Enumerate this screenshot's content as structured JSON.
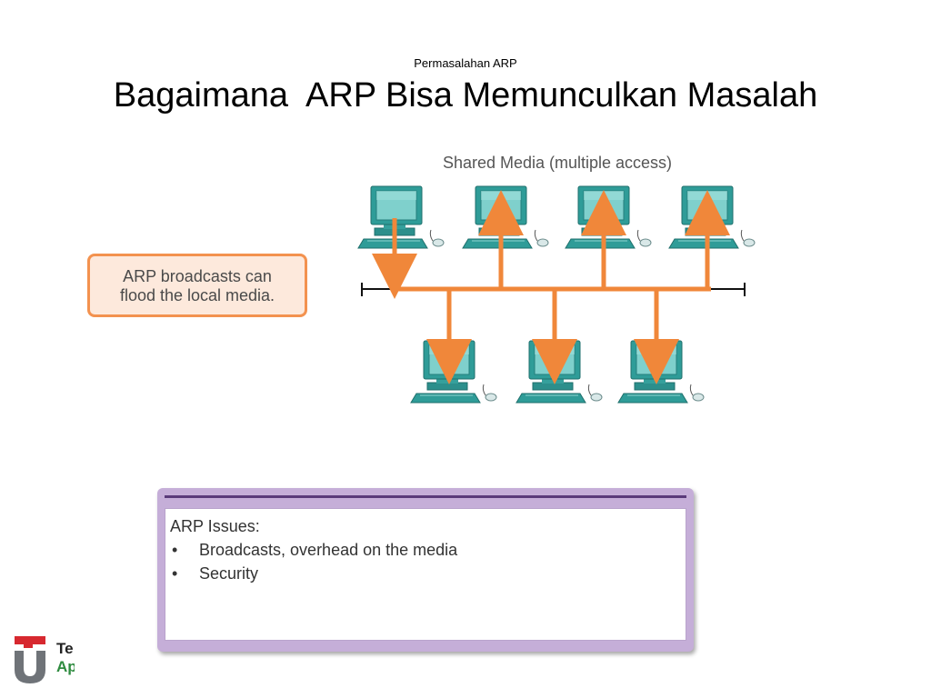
{
  "slide": {
    "subtitle": "Permasalahan ARP",
    "title": "Bagaimana  ARP Bisa Memunculkan Masalah"
  },
  "diagram": {
    "caption": "Shared Media (multiple access)",
    "callout_line1": "ARP broadcasts can",
    "callout_line2": "flood the local media.",
    "colors": {
      "arrow": "#f0873a",
      "monitor": "#3da6a4",
      "callout_border": "#f3924f",
      "callout_fill": "#fde9dc"
    },
    "top_hosts": [
      "pc",
      "pc",
      "pc",
      "pc"
    ],
    "bottom_hosts": [
      "pc",
      "pc",
      "pc"
    ]
  },
  "issues": {
    "heading": "ARP Issues:",
    "items": [
      "Broadcasts, overhead on the media",
      "Security"
    ]
  },
  "logo": {
    "line1": "Te",
    "line2": "Ap",
    "colors": {
      "red": "#d7282f",
      "gray": "#6f7378"
    }
  }
}
